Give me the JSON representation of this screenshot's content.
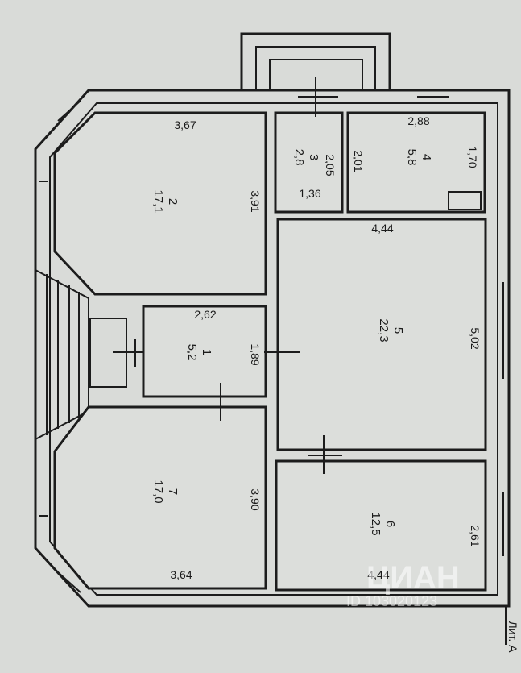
{
  "plan": {
    "litera": "Лит. А",
    "watermark": {
      "brand": "ЦИАН",
      "id": "ID 103020123"
    },
    "rooms": [
      {
        "number": "1",
        "area": "5,2"
      },
      {
        "number": "2",
        "area": "17,1"
      },
      {
        "number": "3",
        "area": "2,8"
      },
      {
        "number": "4",
        "area": "5,8"
      },
      {
        "number": "5",
        "area": "22,3"
      },
      {
        "number": "6",
        "area": "12,5"
      },
      {
        "number": "7",
        "area": "17,0"
      }
    ],
    "dimensions": {
      "r2_top": "3,67",
      "r2_side": "3,91",
      "r3_a": "2,05",
      "r3_b": "1,36",
      "r4_top": "2,88",
      "r4_side": "1,70",
      "r4_inner": "2,01",
      "r5_top": "4,44",
      "r5_side": "5,02",
      "r1_top": "2,62",
      "r1_side": "1,89",
      "r7_side": "3,90",
      "r7_bottom": "3,64",
      "r6_side": "2,61",
      "r6_bottom": "4,44"
    }
  }
}
